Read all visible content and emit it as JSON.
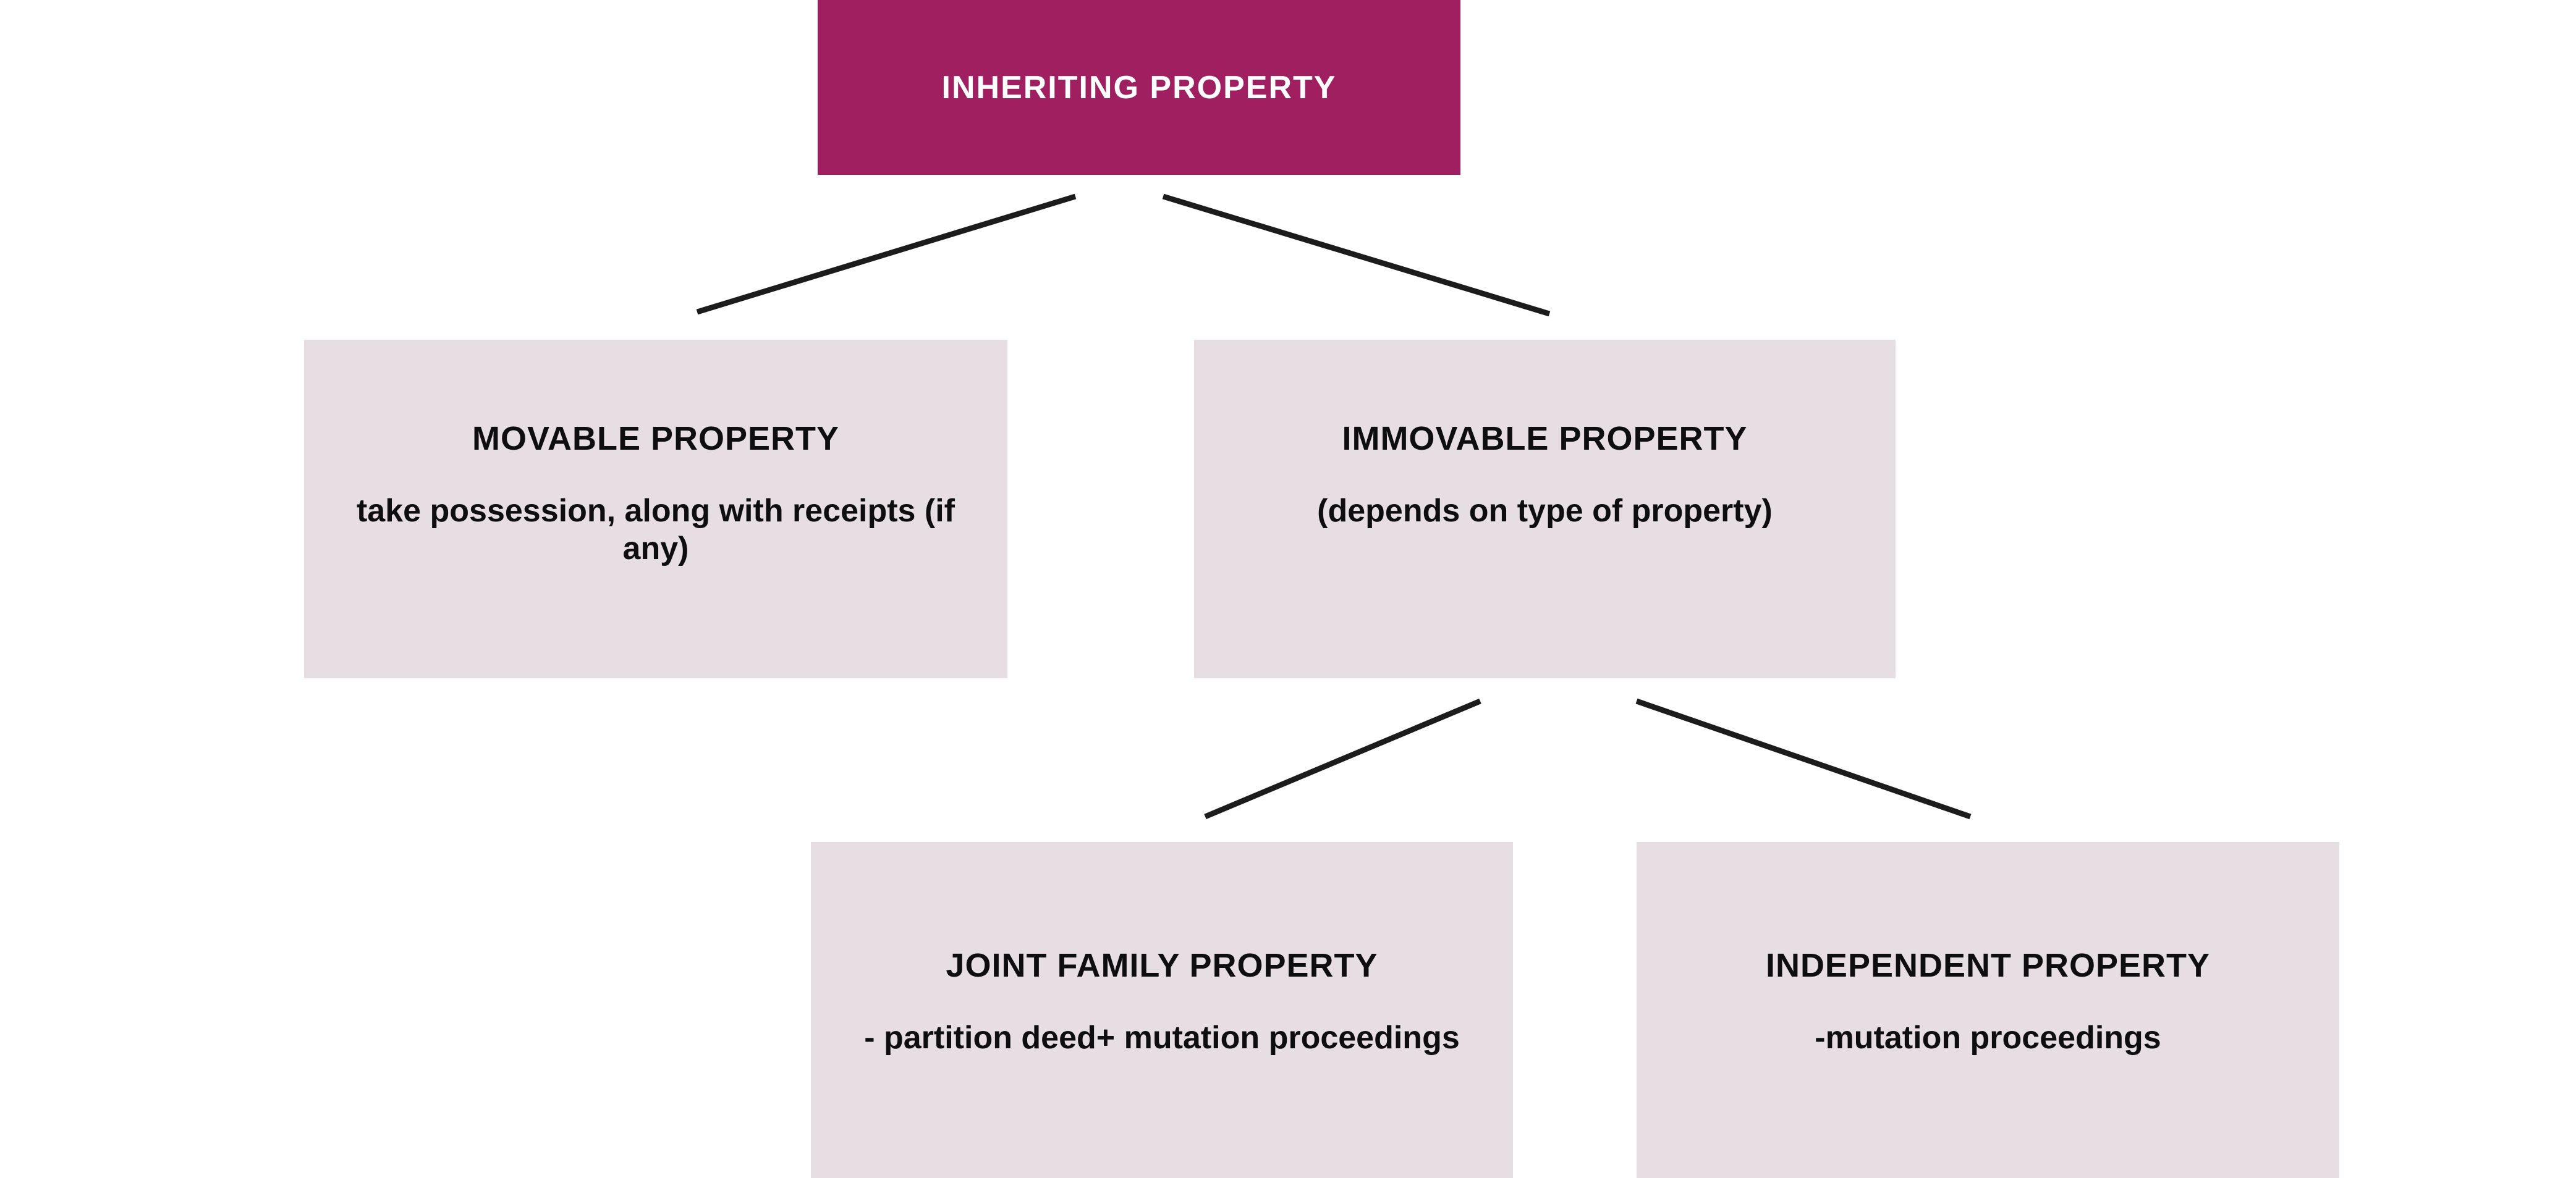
{
  "diagram": {
    "colors": {
      "root_bg": "#A01F61",
      "root_text": "#FFFFFF",
      "node_bg": "#E7DEE4",
      "node_text": "#0E0E0E",
      "connector": "#1C1C1C",
      "page_bg": "#FFFFFF"
    },
    "root": {
      "label": "INHERITING PROPERTY"
    },
    "nodes": [
      {
        "id": "movable-property",
        "title": "MOVABLE PROPERTY",
        "body": "take possession, along with receipts (if any)"
      },
      {
        "id": "immovable-property",
        "title": "IMMOVABLE PROPERTY",
        "body": "(depends on type of property)"
      },
      {
        "id": "joint-family-property",
        "title": "JOINT FAMILY PROPERTY",
        "body": "- partition deed+ mutation proceedings"
      },
      {
        "id": "independent-property",
        "title": "INDEPENDENT PROPERTY",
        "body": "-mutation proceedings"
      }
    ]
  }
}
